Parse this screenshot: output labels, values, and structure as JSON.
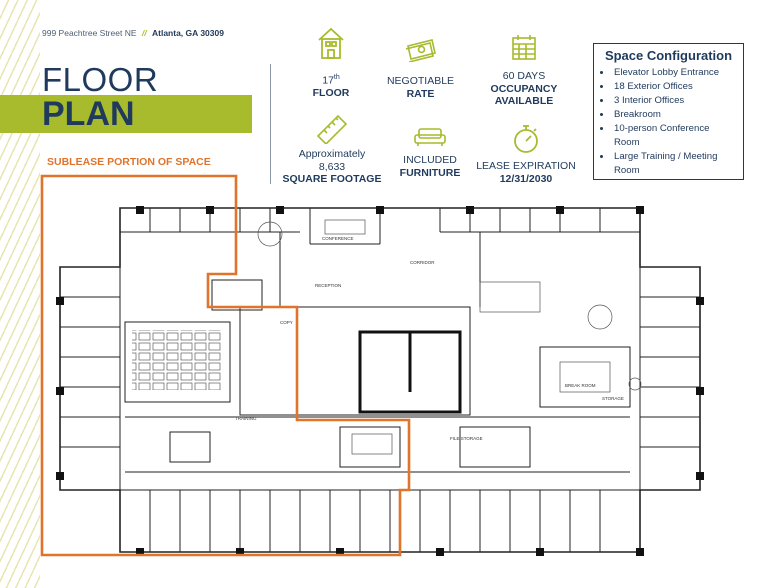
{
  "header": {
    "street": "999 Peachtree Street NE",
    "separator": "//",
    "city": "Atlanta, GA 30309"
  },
  "title": {
    "line1": "FLOOR",
    "line2": "PLAN"
  },
  "sublease_label": "SUBLEASE PORTION OF SPACE",
  "features": {
    "floor": {
      "number": "17",
      "suffix": "th",
      "label": "FLOOR",
      "icon": "building-icon"
    },
    "rate": {
      "line1": "NEGOTIABLE",
      "line2": "RATE",
      "icon": "money-icon"
    },
    "occupancy": {
      "line1": "60 DAYS",
      "line2": "OCCUPANCY",
      "line3": "AVAILABLE",
      "icon": "calendar-icon"
    },
    "footage": {
      "line1": "Approximately",
      "line2": "8,633",
      "line3": "SQUARE FOOTAGE",
      "icon": "ruler-icon"
    },
    "furniture": {
      "line1": "INCLUDED",
      "line2": "FURNITURE",
      "icon": "sofa-icon"
    },
    "expiration": {
      "line1": "LEASE EXPIRATION",
      "line2": "12/31/2030",
      "icon": "stopwatch-icon"
    }
  },
  "config": {
    "title": "Space Configuration",
    "items": [
      "Elevator Lobby Entrance",
      "18 Exterior Offices",
      "3 Interior Offices",
      "Breakroom",
      "10-person Conference Room",
      "Large Training / Meeting Room"
    ]
  },
  "plan_labels": {
    "conference": "CONFERENCE",
    "reception": "RECEPTION",
    "corridor": "CORRIDOR",
    "copy": "COPY",
    "break_room": "BREAK ROOM",
    "storage": "STORAGE",
    "file_storage": "FILE STORAGE",
    "training": "TRAINING"
  },
  "colors": {
    "navy": "#1f3a5c",
    "lime": "#a7bb2d",
    "orange": "#e0742b"
  }
}
